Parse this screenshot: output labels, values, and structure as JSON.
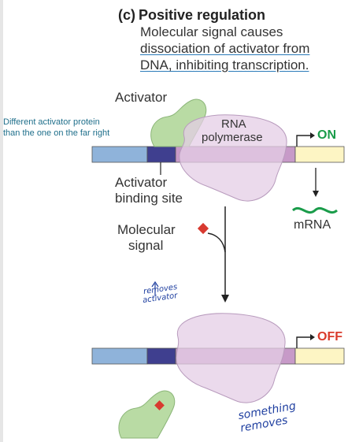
{
  "header": {
    "panel_letter": "(c)",
    "title": "Positive regulation",
    "line1": "Molecular signal causes",
    "line2": "dissociation of activator from",
    "line3": "DNA, inhibiting transcription."
  },
  "note": {
    "line1": "Different activator protein",
    "line2": "than the one on the far right"
  },
  "labels": {
    "activator": "Activator",
    "rna_polymerase_line1": "RNA",
    "rna_polymerase_line2": "polymerase",
    "on": "ON",
    "off": "OFF",
    "activator_binding_site_line1": "Activator",
    "activator_binding_site_line2": "binding site",
    "mrna": "mRNA",
    "molecular_signal_line1": "Molecular",
    "molecular_signal_line2": "signal"
  },
  "handwriting": {
    "arrow_note_line1": "removes",
    "arrow_note_line2": "activator",
    "bottom_note": "something removes"
  },
  "colors": {
    "activator": "#b9dba4",
    "polymerase": "#e4cde6",
    "dna_blue": "#8fb3da",
    "dna_dark": "#3f3f8f",
    "dna_yellow": "#fdf5c4",
    "signal": "#d83a30",
    "mrna": "#1a9c4a",
    "on": "#1a9c4a",
    "off": "#d93a2b",
    "handwriting": "#1f3fa0"
  }
}
